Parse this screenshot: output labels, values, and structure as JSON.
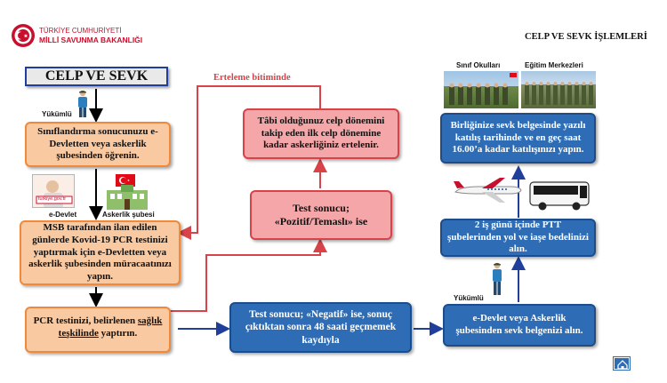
{
  "header": {
    "org_line1": "TÜRKİYE CUMHURİYETİ",
    "org_line2": "MİLLİ SAVUNMA BAKANLIĞI",
    "page_title": "CELP VE SEVK İŞLEMLERİ"
  },
  "colors": {
    "orange_fill": "#f9c9a2",
    "orange_border": "#f08a3a",
    "pink_fill": "#f4a6a8",
    "pink_border": "#d8434a",
    "blue_fill": "#2e6db5",
    "arrow_red": "#d8434a",
    "arrow_blue": "#1f3f9a",
    "brand_red": "#c8102e"
  },
  "title_banner": "CELP VE SEVK",
  "labels": {
    "yukumlu_top": "Yükümlü",
    "edevlet": "e-Devlet",
    "askerlik_subesi": "Askerlik şubesi",
    "yukumlu_right": "Yükümlü",
    "erteleme": "Erteleme bitiminde",
    "sinif_okullari": "Sınıf Okulları",
    "egitim_merkezleri": "Eğitim Merkezleri",
    "edevlet_logo_text": "turkiye.gov.tr"
  },
  "boxes": {
    "left1": "Sınıflandırma sonucunuzu e-Devletten veya askerlik şubesinden öğrenin.",
    "left2": "MSB tarafından ilan edilen günlerde Kovid-19 PCR testinizi yaptırmak için e-Devletten veya askerlik şubesinden müracaatınızı yapın.",
    "left3_pre": "PCR testinizi, belirlenen",
    "left3_u": "sağlık teşkilinde",
    "left3_post": "yaptırın.",
    "mid_top": "Tâbi olduğunuz celp dönemini takip eden ilk celp dönemine kadar askerliğiniz ertelenir.",
    "mid_pos": "Test sonucu; «Pozitif/Temaslı» ise",
    "mid_neg": "Test sonucu; «Negatif» ise, sonuç çıktıktan sonra 48 saati geçmemek kaydıyla",
    "right_top": "Birliğinize sevk belgesinde yazılı katılış tarihinde ve en geç saat 16.00’a kadar katılışınızı yapın.",
    "right_mid": "2 iş günü içinde PTT şubelerinden yol ve iaşe bedelinizi alın.",
    "right_bot": "e-Devlet veya Askerlik şubesinden sevk belgenizi alın."
  }
}
